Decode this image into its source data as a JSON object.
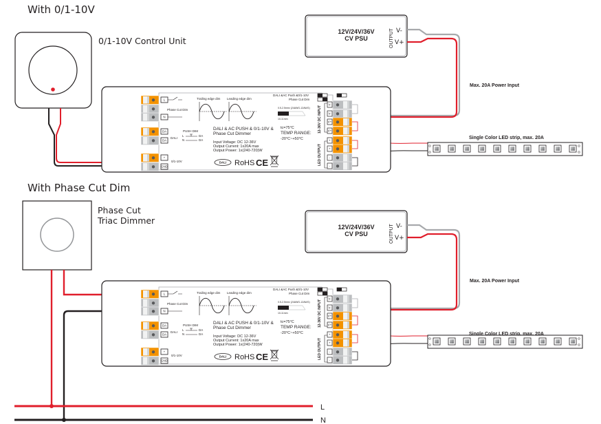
{
  "section1": {
    "title": "With 0/1-10V",
    "control_label": "0/1-10V Control Unit"
  },
  "section2": {
    "title": "With Phase Cut Dim",
    "dimmer_label_1": "Phase Cut",
    "dimmer_label_2": "Triac Dimmer"
  },
  "psu": {
    "line1": "12V/24V/36V",
    "line2": "CV PSU",
    "output_label": "OUTPUT",
    "vminus": "V-",
    "vplus": "V+"
  },
  "power_input_label": "Max. 20A Power Input",
  "led_strip_label": "Single Color LED strip, max. 20A",
  "led_count": 10,
  "dimmer": {
    "left_terminals": {
      "L": "L",
      "N": "N",
      "phase_cut_label": "Phase Cut Dim",
      "DA1": "DA",
      "DA2": "DA",
      "dali_label": "DALI",
      "plus": "+",
      "gnd": "GND",
      "v010_label": "0/1-10V"
    },
    "push_dim_label": "PUSH DIM",
    "push_L": "L",
    "push_N": "N",
    "push_DA1": "DA",
    "push_DA2": "DA",
    "trailing_label": "Trailing edge dim",
    "leading_label": "Leading edge dim",
    "product_line1": "DALI & AC PUSH & 0/1-10V &",
    "product_line2": "Phase Cut Dimmer",
    "spec_input": "Input Voltage: DC 12-36V",
    "spec_current": "Output Current: 1x20A max",
    "spec_power": "Output Power: 1x(240-720)W",
    "tc": "tc=75°C",
    "temp_range_label": "TEMP RANGE:",
    "temp_range": "-20°C~+50°C",
    "switch_label_1": "DALI &AC Push &0/1-10V",
    "switch_label_2": "Phase Cut Dim",
    "wire_spec": "0.5-2.5mm² (24AWG-12AWG)",
    "strip_len": "10-11mm",
    "dc_input_label": "12-36V DC INPUT",
    "led_output_label": "LED OUTPUT",
    "right_terminals": [
      "V-",
      "V-",
      "V+",
      "V+",
      "+",
      "+",
      "-",
      "-"
    ],
    "dali_logo": "DALI",
    "rohs": "RoHS",
    "ce": "CE"
  },
  "mains": {
    "L": "L",
    "N": "N"
  },
  "colors": {
    "red": "#e01e2b",
    "black": "#231f20",
    "gray": "#a7a9ac",
    "orange": "#f39200",
    "terminal_gray": "#bcbec0"
  }
}
